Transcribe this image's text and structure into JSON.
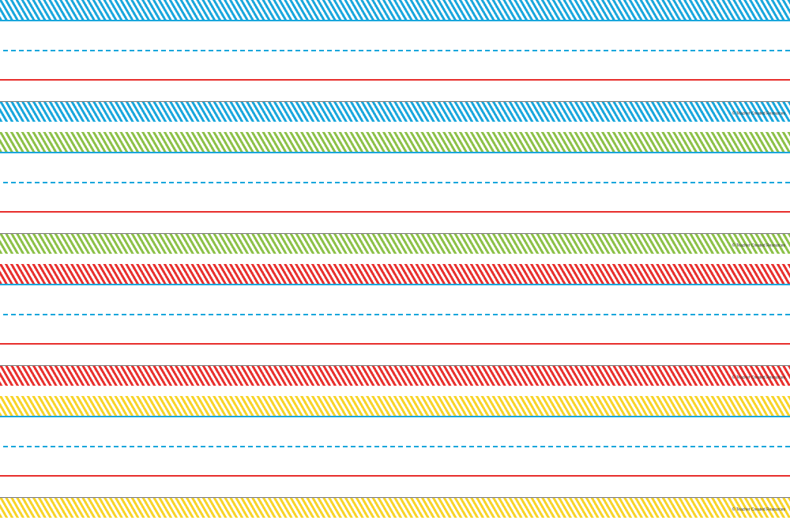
{
  "strips": [
    {
      "color": "#1aa7dc",
      "copyright": "© Teacher Created Resources"
    },
    {
      "color": "#8dc149",
      "copyright": "© Teacher Created Resources"
    },
    {
      "color": "#e8312f",
      "copyright": "© Teacher Created Resources"
    },
    {
      "color": "#f7d42a",
      "copyright": "© Teacher Created Resources"
    }
  ]
}
